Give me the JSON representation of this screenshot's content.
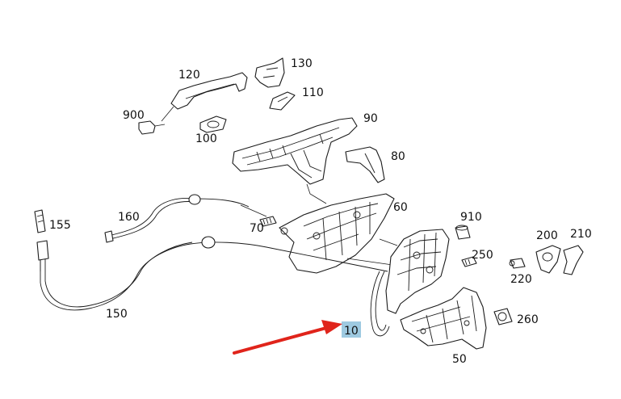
{
  "diagram": {
    "labels": [
      {
        "id": "120",
        "text": "120"
      },
      {
        "id": "130",
        "text": "130"
      },
      {
        "id": "110",
        "text": "110"
      },
      {
        "id": "900",
        "text": "900"
      },
      {
        "id": "100",
        "text": "100"
      },
      {
        "id": "90",
        "text": "90"
      },
      {
        "id": "80",
        "text": "80"
      },
      {
        "id": "155",
        "text": "155"
      },
      {
        "id": "160",
        "text": "160"
      },
      {
        "id": "60",
        "text": "60"
      },
      {
        "id": "910",
        "text": "910"
      },
      {
        "id": "70",
        "text": "70"
      },
      {
        "id": "250",
        "text": "250"
      },
      {
        "id": "200",
        "text": "200"
      },
      {
        "id": "210",
        "text": "210"
      },
      {
        "id": "220",
        "text": "220"
      },
      {
        "id": "150",
        "text": "150"
      },
      {
        "id": "10",
        "text": "10",
        "highlighted": true
      },
      {
        "id": "260",
        "text": "260"
      },
      {
        "id": "50",
        "text": "50"
      }
    ],
    "highlight_color": "#9ecae1",
    "arrow_color": "#e0241b",
    "highlighted_part": "10"
  }
}
